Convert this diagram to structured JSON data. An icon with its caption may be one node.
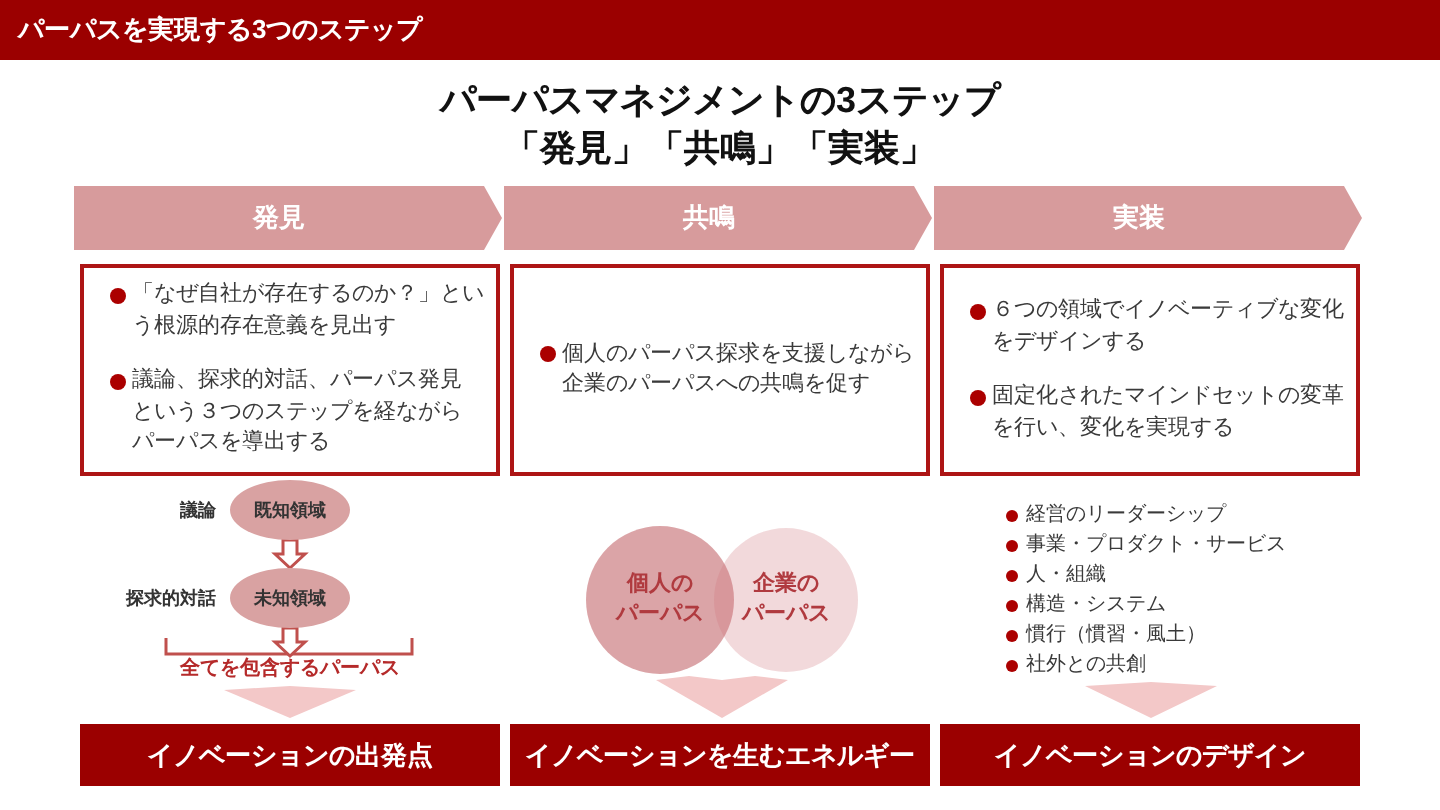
{
  "diagram": {
    "title": "パーパスマネジメントの3ステップ「発見」「共鳴」「実装」",
    "nodes": [
      {
        "text": [
          "発見"
        ]
      },
      {
        "text": [
          "共鳴"
        ]
      },
      {
        "text": [
          "実装"
        ]
      },
      {
        "text": [
          "「なぜ自社が存在するのか？」という根源的存在意義を見出す",
          "議論、探求的対話、パーパス発見という３つのステップを経ながらパーパスを導出する"
        ]
      },
      {
        "text": [
          "個人のパーパス探求を支援しながら企業のパーパスへの共鳴を促す"
        ]
      },
      {
        "text": [
          "６つの領域でイノベーティブな変化をデザインする",
          "固定化されたマインドセットの変革を行い、変化を実現する"
        ]
      },
      {
        "text": [
          "既知領域"
        ],
        "beside": [
          "議論"
        ]
      },
      {
        "text": [
          "未知領域"
        ],
        "beside": [
          "探求的対話"
        ]
      },
      {
        "text": [
          "全てを包含するパーパス"
        ]
      },
      {
        "text": [
          "個人のパーパス"
        ]
      },
      {
        "text": [
          "企業のパーパス"
        ]
      },
      {
        "text": [
          "経営のリーダーシップ",
          "事業・プロダクト・サービス",
          "人・組織",
          "構造・システム",
          "慣行（慣習・風土）",
          "社外との共創"
        ]
      },
      {
        "text": [
          "イノベーションの出発点"
        ]
      },
      {
        "text": [
          "イノベーションを生むエネルギー"
        ]
      },
      {
        "text": [
          "イノベーションのデザイン"
        ]
      }
    ],
    "edges": [
      {
        "from": 6,
        "to": 7,
        "arrow": "to",
        "color": "#c0504d"
      },
      {
        "from": 7,
        "to": 8,
        "arrow": "to",
        "color": "#c0504d"
      },
      {
        "from": 8,
        "to": 12,
        "arrow": "to",
        "style": "thick"
      },
      {
        "from": 9,
        "to": 13,
        "arrow": "to",
        "style": "thick"
      },
      {
        "from": 10,
        "to": 13,
        "arrow": "to",
        "style": "thick"
      },
      {
        "from": 11,
        "to": 14,
        "arrow": "to",
        "style": "thick"
      }
    ],
    "labels": [
      "パーパスを実現する3つのステップ"
    ]
  }
}
